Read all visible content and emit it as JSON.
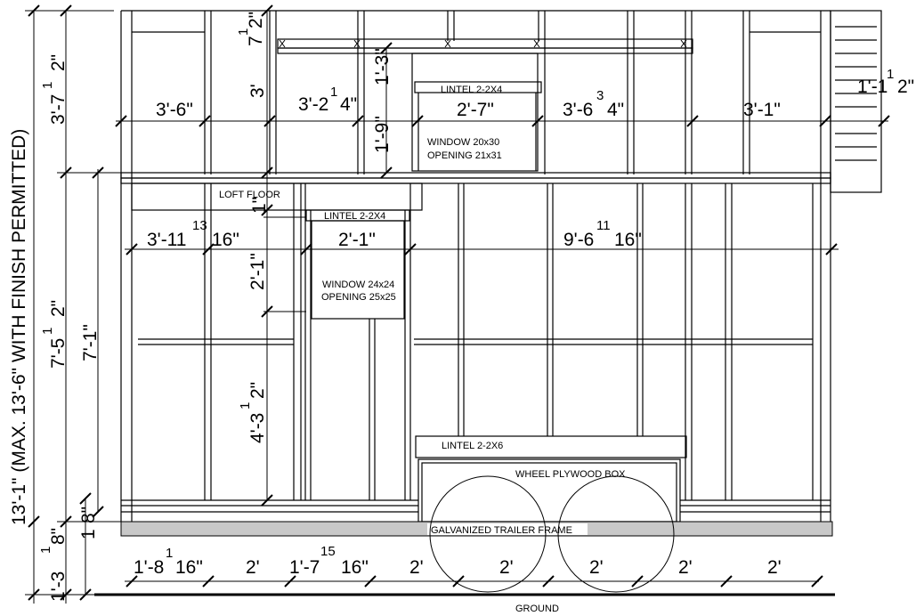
{
  "notes": {
    "loft_floor": "LOFT FLOOR",
    "lintel_upper": "LINTEL 2-2X4",
    "lintel_loft": "LINTEL 2-2X4",
    "lintel_lower": "LINTEL 2-2X6",
    "window_upper_line1": "WINDOW 20x30",
    "window_upper_line2": "OPENING 21x31",
    "window_lower_line1": "WINDOW 24x24",
    "window_lower_line2": "OPENING 25x25",
    "wheel_box": "WHEEL PLYWOOD BOX",
    "trailer_frame": "GALVANIZED TRAILER FRAME",
    "ground": "GROUND"
  },
  "dimensions": {
    "overall_height": "13'-1\" (MAX. 13'-6\" WITH FINISH PERMITTED)",
    "upper_height_a": "3'-7",
    "upper_height_b": "2\"",
    "wall_height_a": "7'-5",
    "wall_height_b": "2\"",
    "wall_stud": "7'-1\"",
    "base_a": "1'-3",
    "base_b": "8\"",
    "plate_a": "1",
    "plate_b": "8\"",
    "upper_3ft": "3'",
    "upper_lintel_gap": "1'-3\"",
    "upper_window_h": "1'-9\"",
    "top_small_a": "7",
    "top_small_b": "2\"",
    "loft_small": "1\"",
    "upper_w1": "3'-6\"",
    "upper_w2_a": "3'-2",
    "upper_w2_b": "4\"",
    "upper_w3": "2'-7\"",
    "upper_w4_a": "3'-6",
    "upper_w4_num": "3",
    "upper_w4_b": "4\"",
    "upper_w5": "3'-1\"",
    "upper_right_a": "1'-1",
    "upper_right_b": "2\"",
    "lower_w1_a": "3'-11",
    "lower_w1_num": "13",
    "lower_w1_b": "16\"",
    "lower_w2": "2'-1\"",
    "lower_w3_a": "9'-6",
    "lower_w3_num": "11",
    "lower_w3_b": "16\"",
    "lower_win_h": "2'-1\"",
    "lower_sill_a": "4'-3",
    "lower_sill_b": "2\"",
    "bottom_w1_a": "1'-8",
    "bottom_w1_b": "16\"",
    "bottom_w2": "2'",
    "bottom_w3_a": "1'-7",
    "bottom_w3_num": "15",
    "bottom_w3_b": "16\"",
    "bottom_w4": "2'",
    "bottom_w5": "2'",
    "bottom_w6": "2'",
    "bottom_w7": "2'",
    "bottom_w8": "2'",
    "frac_one": "1"
  }
}
